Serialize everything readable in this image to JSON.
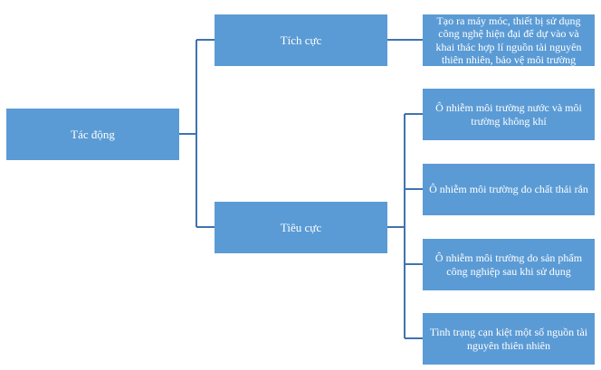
{
  "root": {
    "label": "Tác động"
  },
  "branches": [
    {
      "label": "Tích cực",
      "items": [
        "Tạo ra máy móc, thiết bị sử dụng công nghệ hiện đại để dự vào và khai thác hợp lí nguồn tài nguyên thiên nhiên, bảo vệ môi trường"
      ]
    },
    {
      "label": "Tiêu cực",
      "items": [
        "Ô nhiễm môi trường nước và môi trường không khí",
        "Ô nhiễm môi trường do chất thải rắn",
        "Ô nhiễm môi trường do sản phẩm công nghiệp sau khi sử dụng",
        "Tình trạng cạn kiệt một số nguồn tài nguyên thiên nhiên"
      ]
    }
  ],
  "colors": {
    "box_fill": "#5b9bd5",
    "connector": "#3f73b0",
    "text": "#ffffff"
  }
}
